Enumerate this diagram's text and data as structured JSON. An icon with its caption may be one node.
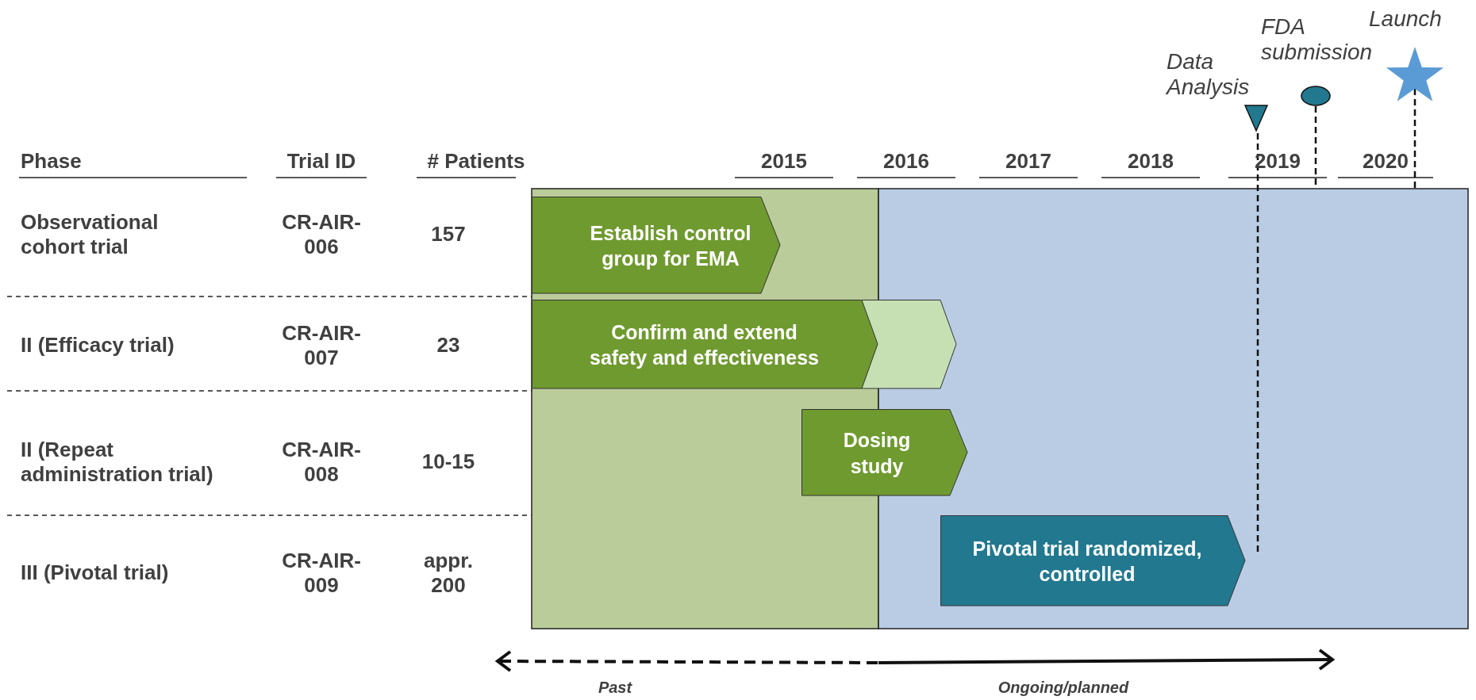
{
  "diagram": {
    "nodes": [
      {
        "text": [
          "Establish control group for EMA"
        ]
      },
      {
        "text": [],
        "shape": "chevron"
      },
      {
        "text": [
          "Confirm and extend safety and effectiveness"
        ]
      },
      {
        "text": [
          "Dosing study"
        ]
      },
      {
        "text": [
          "Pivotal trial randomized, controlled"
        ]
      }
    ],
    "labels": [
      "Data Analysis",
      "FDA submission",
      "Launch",
      "Phase",
      "Trial ID",
      "# Patients",
      "2015",
      "2016",
      "2017",
      "2018",
      "2019",
      "2020",
      "Observational cohort trial",
      "CR-AIR-006",
      "157",
      "II (Efficacy trial)",
      "CR-AIR-007",
      "23",
      "II (Repeat administration trial)",
      "CR-AIR-008",
      "10-15",
      "III (Pivotal trial)",
      "CR-AIR-009",
      "appr. 200",
      "Past",
      "Ongoing/planned"
    ]
  }
}
